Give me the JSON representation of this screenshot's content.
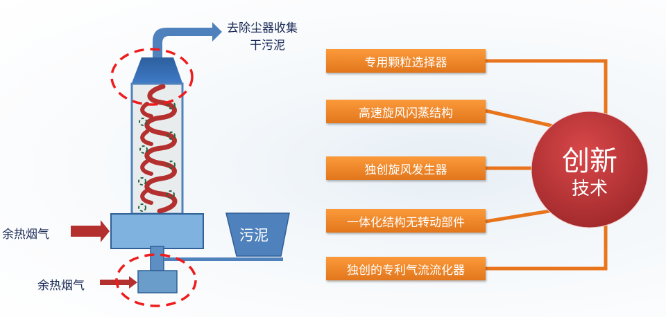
{
  "diagram": {
    "outlet_label_line1": "去除尘器收集",
    "outlet_label_line2": "干污泥",
    "inlet_label_main": "余热烟气",
    "inlet_label_lower": "余热烟气",
    "hopper_label": "污泥",
    "features": [
      "专用颗粒选择器",
      "高速旋风闪蒸结构",
      "独创旋风发生器",
      "一体化结构无转动部件",
      "独创的专利气流流化器"
    ],
    "center_line1": "创新",
    "center_line2": "技术"
  },
  "colors": {
    "orange": "#f08a2a",
    "red_circle": "#c0383a",
    "blue": "#4f81bd",
    "light_blue": "#7fb2de",
    "arrow_red": "#b3302f",
    "dash_red": "#ee1c1c"
  }
}
